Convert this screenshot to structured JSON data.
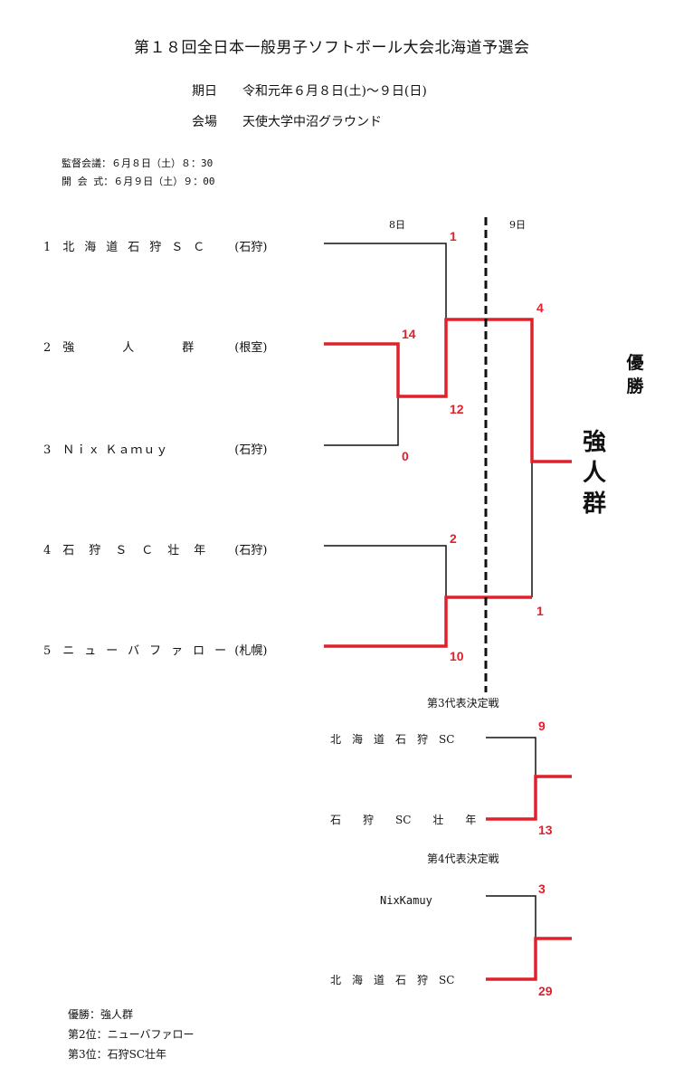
{
  "header": {
    "title": "第１８回全日本一般男子ソフトボール大会北海道予選会",
    "date_label": "期日",
    "date_value": "令和元年６月８日(土)〜９日(日)",
    "venue_label": "会場",
    "venue_value": "天使大学中沼グラウンド",
    "meeting": "監督会議：６月８日（土）８：30",
    "opening": "開 会 式：６月９日（土）９：00"
  },
  "bracket": {
    "day1": "8日",
    "day2": "9日",
    "teams": [
      {
        "num": "1",
        "name": "北海道石狩ＳＣ",
        "region": "(石狩)"
      },
      {
        "num": "2",
        "name": "強　人　群",
        "region": "(根室)"
      },
      {
        "num": "3",
        "name": "Ｎｉｘ Ｋａｍｕｙ",
        "region": "(石狩)"
      },
      {
        "num": "4",
        "name": "石狩ＳＣ壮年",
        "region": "(石狩)"
      },
      {
        "num": "5",
        "name": "ニューバファロー",
        "region": "(札幌)"
      }
    ],
    "scores": {
      "g1_team1": "1",
      "g1_winner": "12",
      "g0_team2": "14",
      "g0_team3": "0",
      "g2_team4": "2",
      "g2_team5": "10",
      "final_top": "4",
      "final_bottom": "1"
    },
    "champion_label": "優勝",
    "champion": "強人群"
  },
  "third_place": {
    "title": "第3代表決定戦",
    "team_a": "北　海　道　石　狩　SC",
    "team_b": "石　　狩　　SC　　壮　　年",
    "score_a": "9",
    "score_b": "13"
  },
  "fourth_place": {
    "title": "第4代表決定戦",
    "team_a": "NixKamuy",
    "team_b": "北　海　道　石　狩　SC",
    "score_a": "3",
    "score_b": "29"
  },
  "results": [
    "優勝：強人群",
    "第2位：ニューバファロー",
    "第3位：石狩SC壮年"
  ],
  "colors": {
    "win_line": "#e0202a",
    "lose_line": "#111111"
  }
}
